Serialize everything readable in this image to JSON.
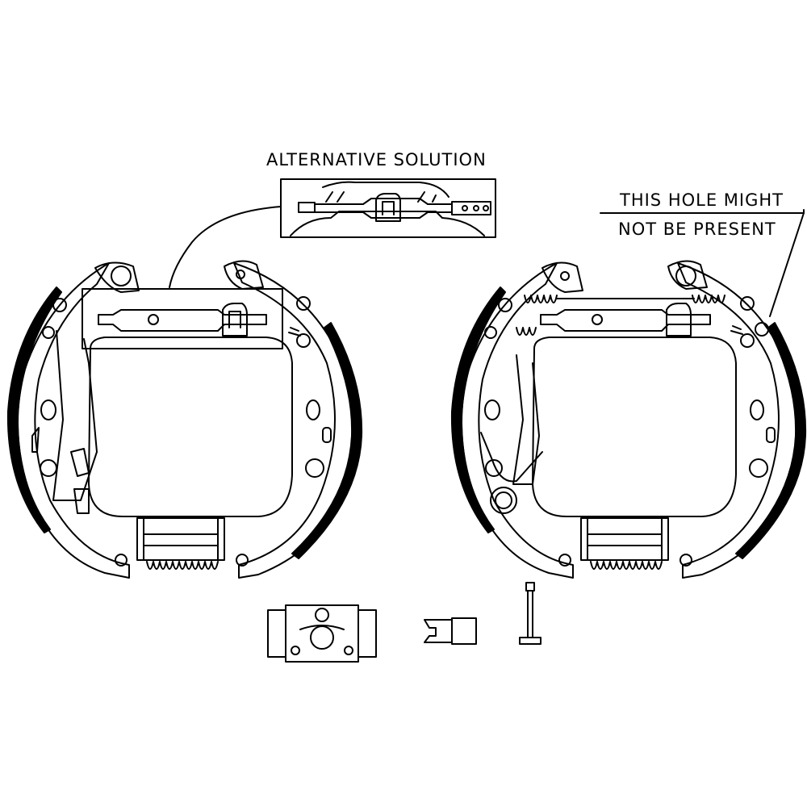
{
  "labels": {
    "alternative_solution": "ALTERNATIVE SOLUTION",
    "hole_note_line1": "THIS HOLE MIGHT",
    "hole_note_line2": "NOT BE PRESENT"
  },
  "colors": {
    "line": "#000000",
    "background": "#ffffff"
  }
}
